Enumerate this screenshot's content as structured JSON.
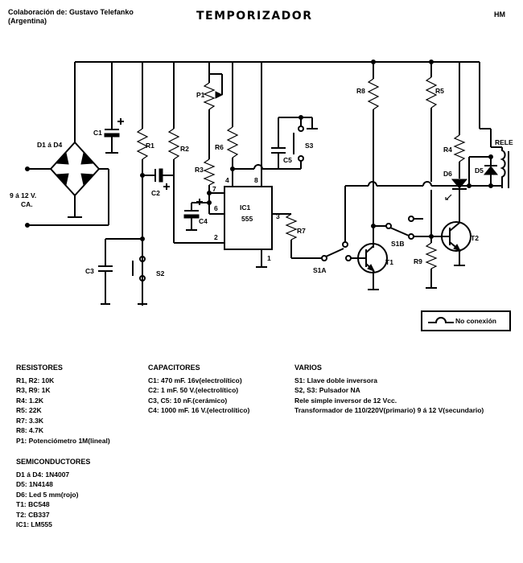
{
  "header": {
    "credit_line1": "Colaboración de: Gustavo Telefanko",
    "credit_line2": "(Argentina)",
    "title": "TEMPORIZADOR",
    "initials": "HM"
  },
  "schematic": {
    "labels": {
      "bridge": "D1 á D4",
      "supply_line1": "9 á 12 V.",
      "supply_line2": "CA.",
      "c1": "C1",
      "r1": "R1",
      "r2": "R2",
      "c2": "C2",
      "c3": "C3",
      "s2": "S2",
      "p1": "P1",
      "r6": "R6",
      "r3": "R3",
      "c4": "C4",
      "c5": "C5",
      "s3": "S3",
      "ic": "IC1",
      "ic_part": "555",
      "pin1": "1",
      "pin2": "2",
      "pin3": "3",
      "pin4": "4",
      "pin6": "6",
      "pin7": "7",
      "pin8": "8",
      "r7": "R7",
      "s1a": "S1A",
      "s1b": "S1B",
      "r8": "R8",
      "t1": "T1",
      "r5": "R5",
      "r9": "R9",
      "t2": "T2",
      "r4": "R4",
      "d6": "D6",
      "d5": "D5",
      "relay": "RELE"
    },
    "legend": "No conexión"
  },
  "bom": {
    "resistors": {
      "heading": "RESISTORES",
      "items": [
        "R1, R2: 10K",
        "R3, R9: 1K",
        "R4: 1.2K",
        "R5: 22K",
        "R7: 3.3K",
        "R8: 4.7K",
        "P1: Potenciómetro 1M(lineal)"
      ]
    },
    "capacitors": {
      "heading": "CAPACITORES",
      "items": [
        "C1: 470 mF. 16v(electrolítico)",
        "C2: 1 mF. 50 V.(electrolítico)",
        "C3, C5: 10 nF.(cerámico)",
        "C4: 1000 mF. 16 V.(electrolítico)"
      ]
    },
    "semiconductors": {
      "heading": "SEMICONDUCTORES",
      "items": [
        "D1 á D4: 1N4007",
        "D5: 1N4148",
        "D6: Led 5 mm(rojo)",
        "T1: BC548",
        "T2: CB337",
        "IC1: LM555"
      ]
    },
    "misc": {
      "heading": "VARIOS",
      "items": [
        "S1: Llave doble inversora",
        "S2, S3: Pulsador NA",
        "Rele simple inversor de 12 Vcc.",
        "Transformador de 110/220V(primario)  9 á 12 V(secundario)"
      ]
    }
  }
}
